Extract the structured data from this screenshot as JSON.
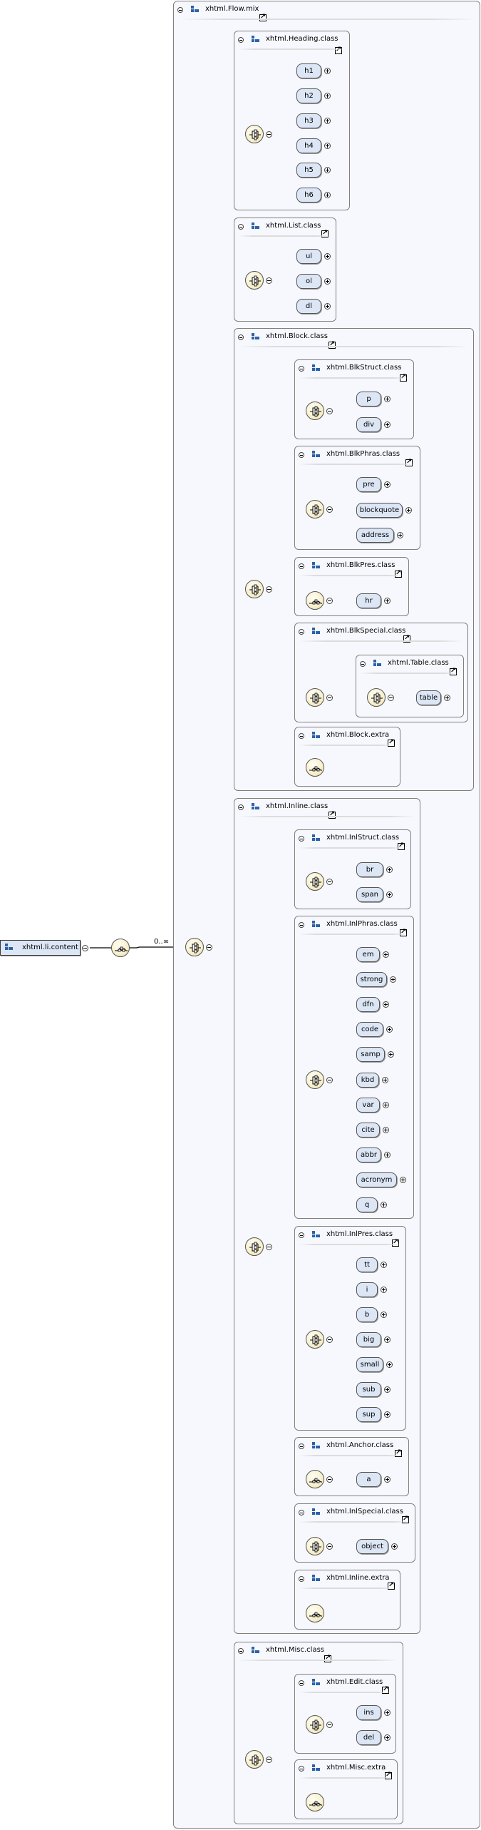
{
  "root": {
    "label": "xhtml.li.content"
  },
  "occurrence": "0..∞",
  "flow": {
    "title": "xhtml.Flow.mix"
  },
  "heading": {
    "title": "xhtml.Heading.class",
    "items": [
      "h1",
      "h2",
      "h3",
      "h4",
      "h5",
      "h6"
    ]
  },
  "list": {
    "title": "xhtml.List.class",
    "items": [
      "ul",
      "ol",
      "dl"
    ]
  },
  "block": {
    "title": "xhtml.Block.class",
    "blkstruct": {
      "title": "xhtml.BlkStruct.class",
      "items": [
        "p",
        "div"
      ]
    },
    "blkphras": {
      "title": "xhtml.BlkPhras.class",
      "items": [
        "pre",
        "blockquote",
        "address"
      ]
    },
    "blkpres": {
      "title": "xhtml.BlkPres.class",
      "items": [
        "hr"
      ]
    },
    "blkspecial": {
      "title": "xhtml.BlkSpecial.class",
      "table": {
        "title": "xhtml.Table.class",
        "items": [
          "table"
        ]
      }
    },
    "extra": {
      "title": "xhtml.Block.extra"
    }
  },
  "inline": {
    "title": "xhtml.Inline.class",
    "inlstruct": {
      "title": "xhtml.InlStruct.class",
      "items": [
        "br",
        "span"
      ]
    },
    "inlphras": {
      "title": "xhtml.InlPhras.class",
      "items": [
        "em",
        "strong",
        "dfn",
        "code",
        "samp",
        "kbd",
        "var",
        "cite",
        "abbr",
        "acronym",
        "q"
      ]
    },
    "inlpres": {
      "title": "xhtml.InlPres.class",
      "items": [
        "tt",
        "i",
        "b",
        "big",
        "small",
        "sub",
        "sup"
      ]
    },
    "anchor": {
      "title": "xhtml.Anchor.class",
      "items": [
        "a"
      ]
    },
    "inlspecial": {
      "title": "xhtml.InlSpecial.class",
      "items": [
        "object"
      ]
    },
    "extra": {
      "title": "xhtml.Inline.extra"
    }
  },
  "misc": {
    "title": "xhtml.Misc.class",
    "edit": {
      "title": "xhtml.Edit.class",
      "items": [
        "ins",
        "del"
      ]
    },
    "extra": {
      "title": "xhtml.Misc.extra"
    }
  },
  "icons": {
    "group": "group-icon",
    "choice": "choice-compositor-icon",
    "sequence": "sequence-compositor-icon",
    "link": "external-link-icon",
    "expand": "expand-plus-icon",
    "collapse": "collapse-minus-icon"
  },
  "colors": {
    "element_fill": "#dce6f5",
    "box_fill": "#f7f8fd",
    "icon_blue": "#2b62a8",
    "compositor_fill": "#f7efcc"
  }
}
